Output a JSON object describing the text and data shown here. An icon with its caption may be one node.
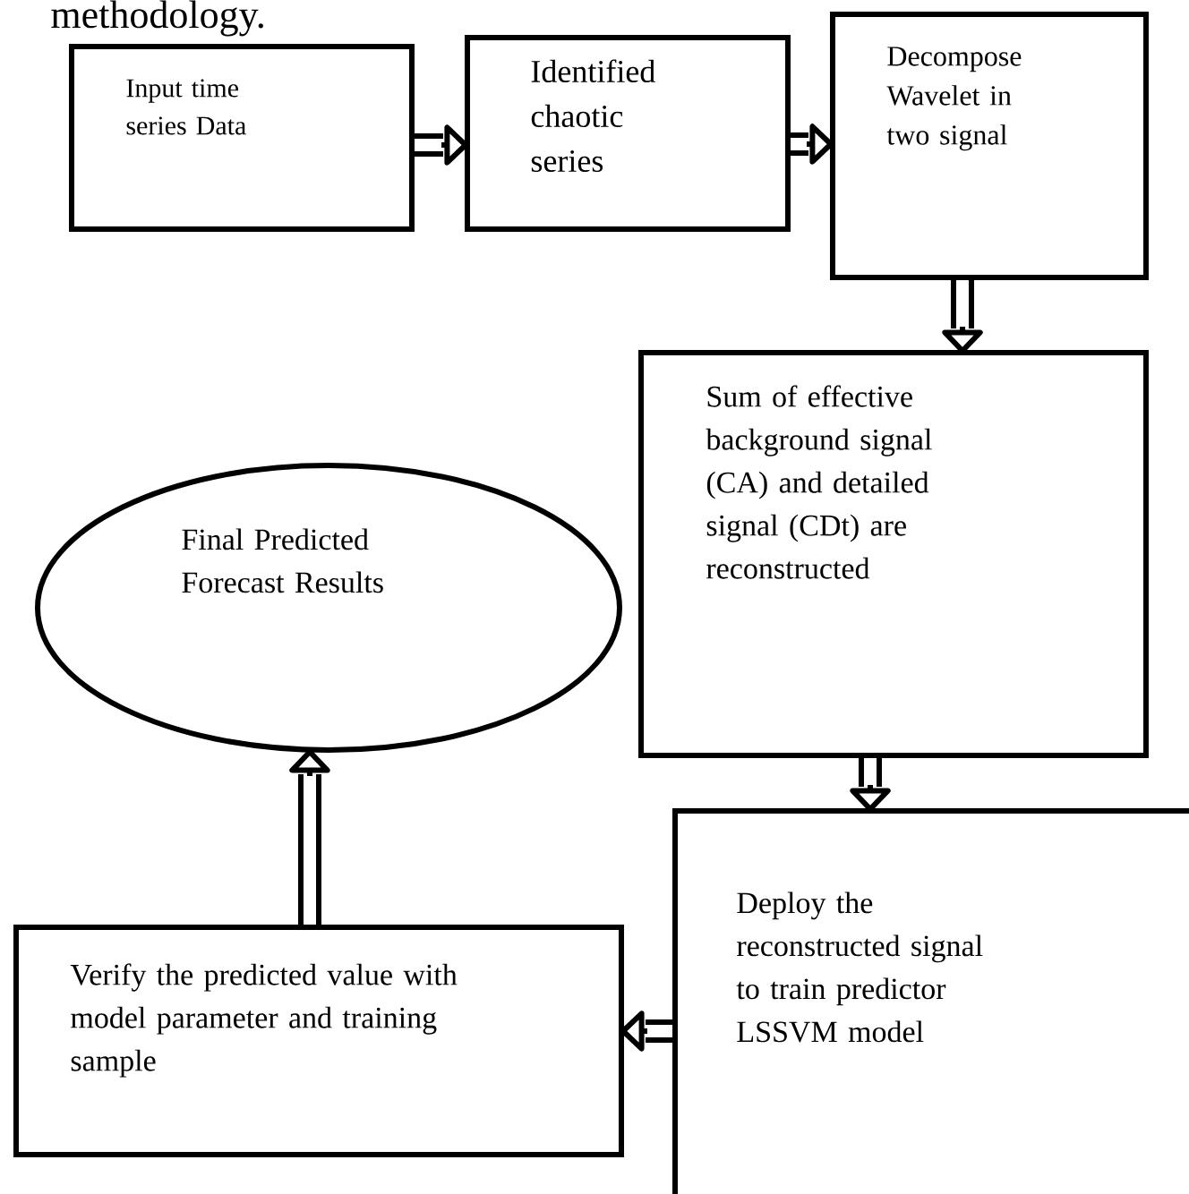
{
  "diagram": {
    "nodes": [
      {
        "text": [
          "Input time series Data"
        ]
      },
      {
        "text": [
          "Identified chaotic series"
        ]
      },
      {
        "text": [
          "Decompose Wavelet in two signal"
        ]
      },
      {
        "text": [
          "Sum of effective background signal (CA) and detailed signal (CDt) are reconstructed"
        ]
      },
      {
        "text": [
          "Final Predicted Forecast Results"
        ]
      },
      {
        "text": [
          "Deploy the reconstructed signal to train predictor LSSVM model"
        ]
      },
      {
        "text": [
          "Verify the predicted value with model parameter and training sample"
        ]
      }
    ],
    "edges": [
      {
        "from": 0,
        "to": 1,
        "arrow": "to"
      },
      {
        "from": 1,
        "to": 2,
        "arrow": "to"
      },
      {
        "from": 2,
        "to": 3,
        "arrow": "to"
      },
      {
        "from": 3,
        "to": 5,
        "arrow": "to"
      },
      {
        "from": 5,
        "to": 6,
        "arrow": "to"
      },
      {
        "from": 6,
        "to": 4,
        "arrow": "to"
      }
    ],
    "labels": [
      "methodology."
    ]
  }
}
